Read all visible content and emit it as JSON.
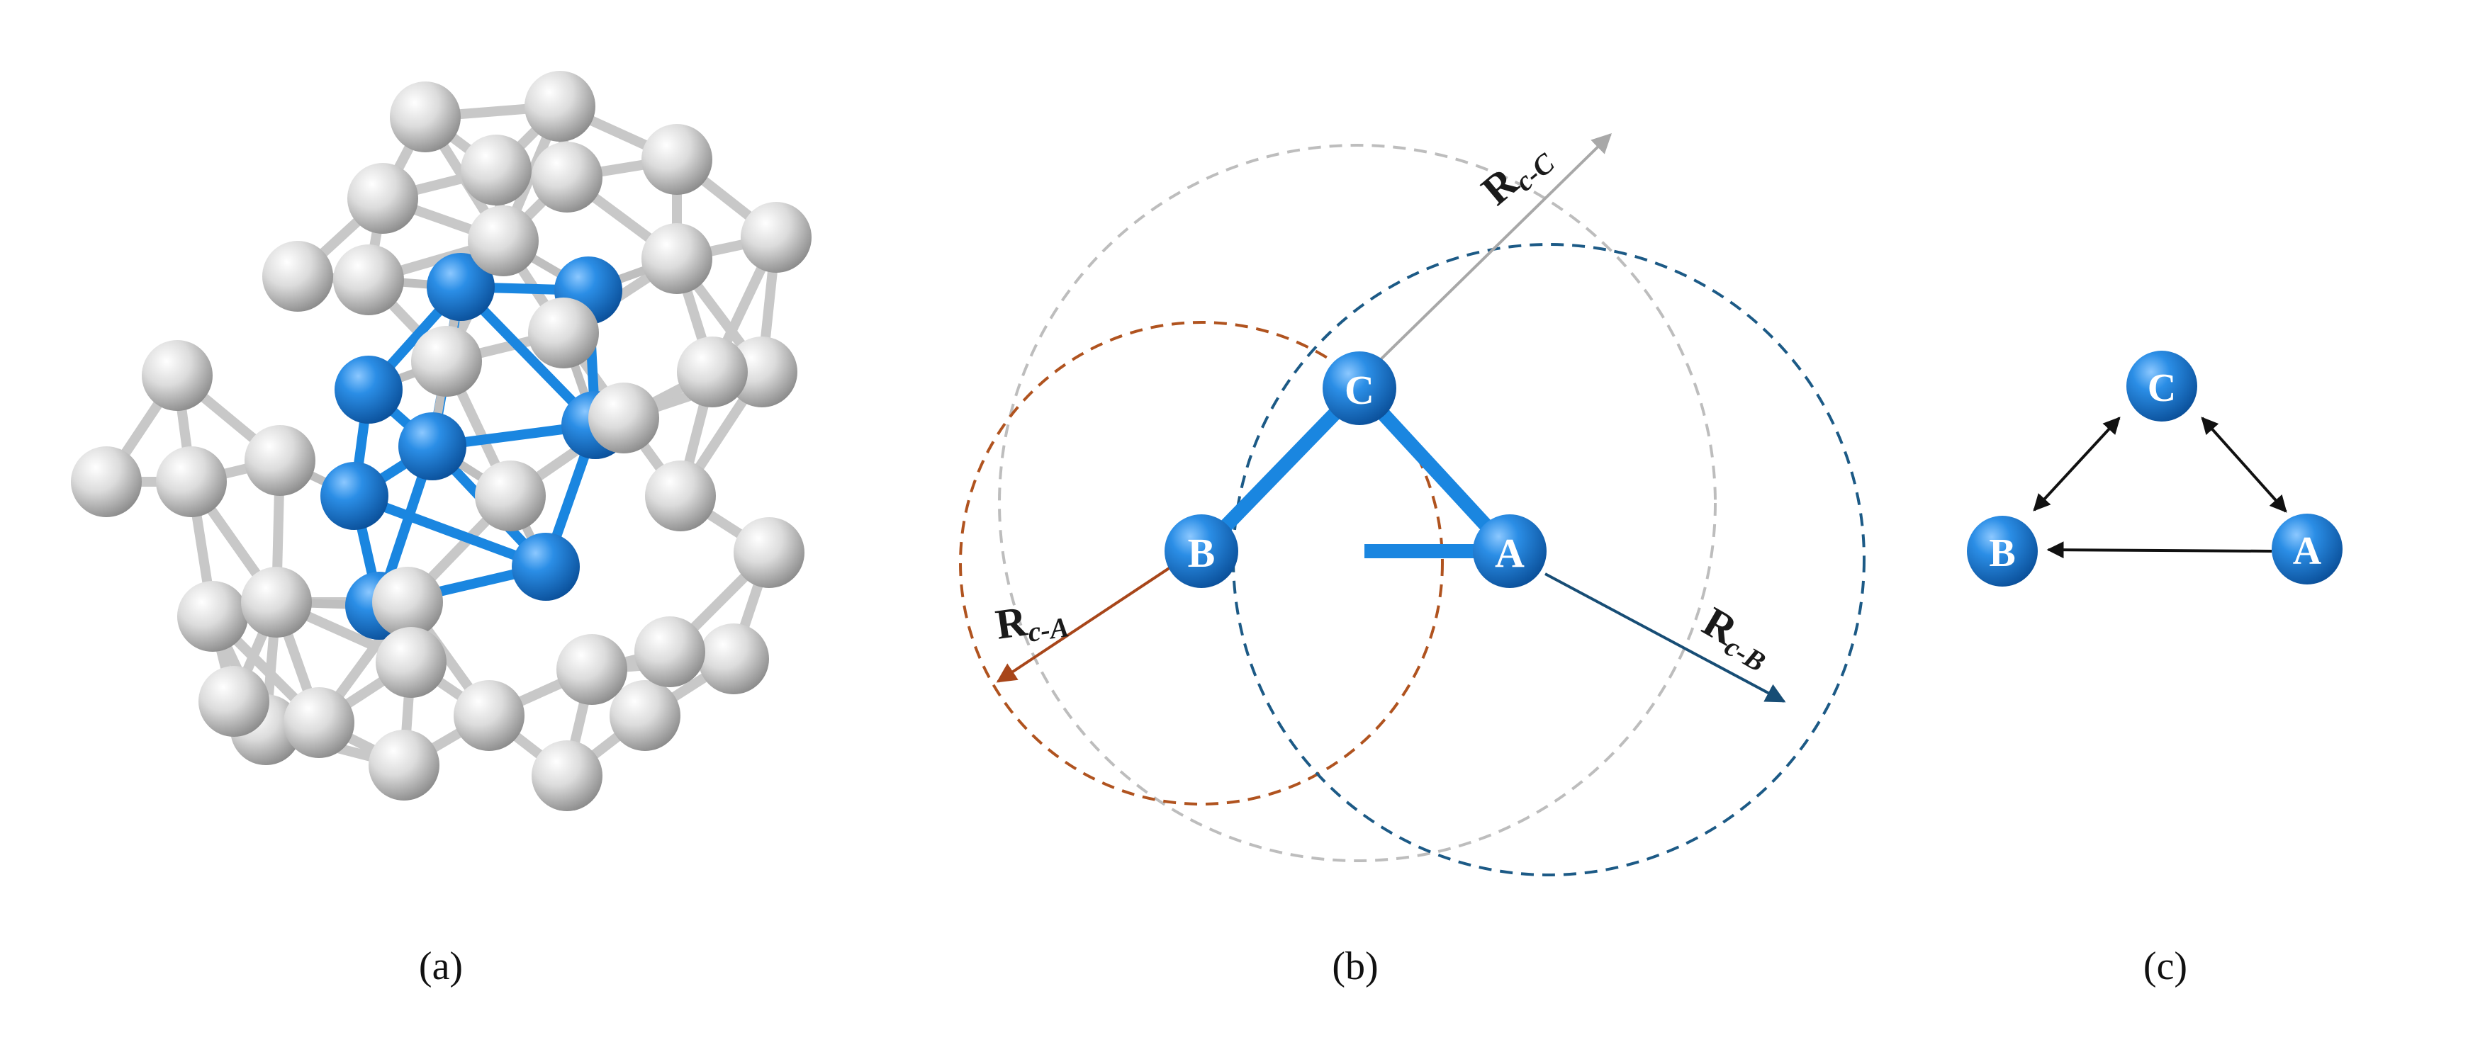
{
  "panels": {
    "a": {
      "caption": "(a)"
    },
    "b": {
      "caption": "(b)",
      "atoms": {
        "a": "A",
        "b": "B",
        "c": "C"
      },
      "radii": {
        "a": {
          "main": "R",
          "sub": "c-A"
        },
        "b": {
          "main": "R",
          "sub": "c-B"
        },
        "c": {
          "main": "R",
          "sub": "c-C"
        }
      }
    },
    "c": {
      "caption": "(c)",
      "atoms": {
        "a": "A",
        "b": "B",
        "c": "C"
      }
    }
  },
  "colors": {
    "atom_blue": "#1a7fd6",
    "atom_grey": "#d0d0d0",
    "bond_blue": "#1a86e0",
    "bond_grey": "#d9d9d9",
    "circle_a": "#b0531f",
    "circle_b": "#1c5a86",
    "circle_c": "#bdbdbd"
  }
}
